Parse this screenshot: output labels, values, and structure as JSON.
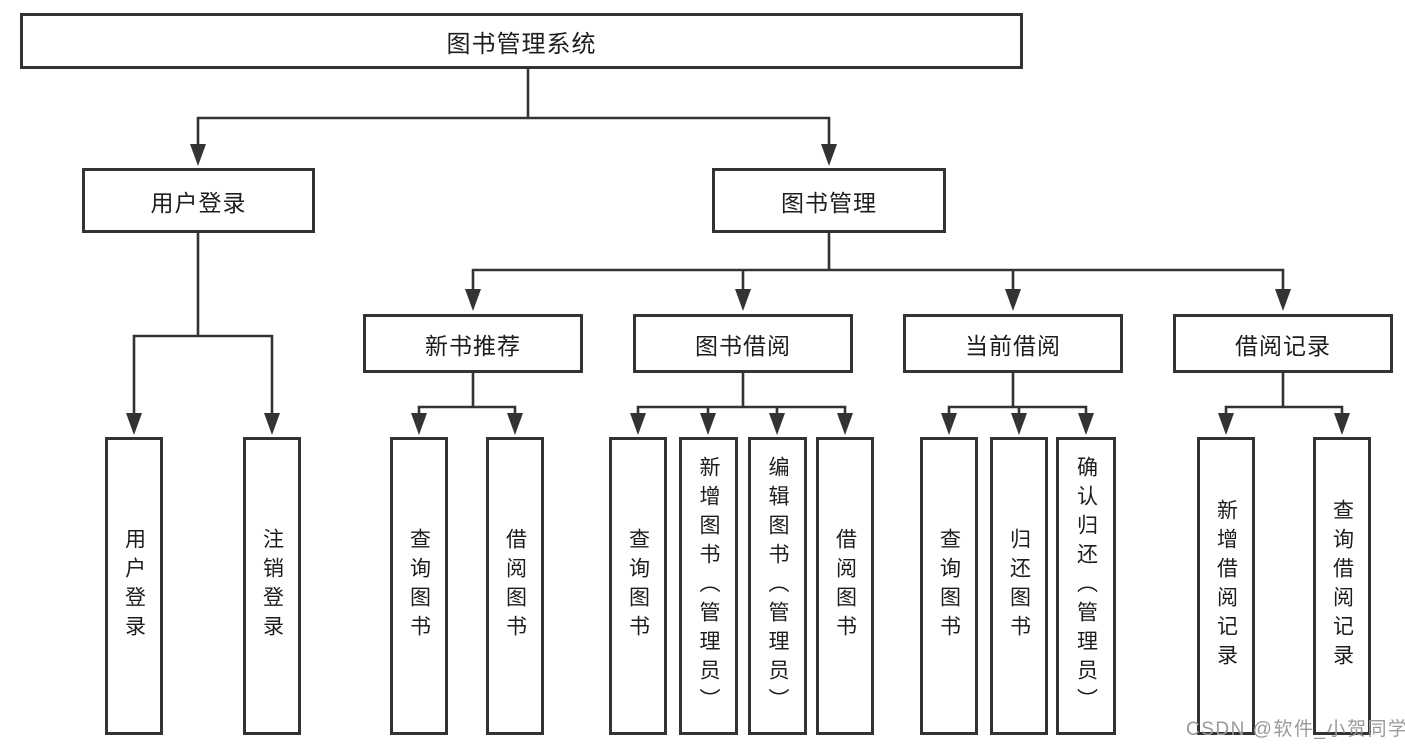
{
  "colors": {
    "ink": "#333333",
    "text": "#1d1d1f",
    "watermark": "#9a9a9a",
    "background": "#ffffff"
  },
  "watermark": {
    "text": "CSDN @软件_小贺同学"
  },
  "tree": {
    "label": "图书管理系统",
    "children": [
      {
        "label": "用户登录",
        "children": [
          {
            "label": "用户登录"
          },
          {
            "label": "注销登录"
          }
        ]
      },
      {
        "label": "图书管理",
        "children": [
          {
            "label": "新书推荐",
            "children": [
              {
                "label": "查询图书"
              },
              {
                "label": "借阅图书"
              }
            ]
          },
          {
            "label": "图书借阅",
            "children": [
              {
                "label": "查询图书"
              },
              {
                "label": "新增图书（管理员）"
              },
              {
                "label": "编辑图书（管理员）"
              },
              {
                "label": "借阅图书"
              }
            ]
          },
          {
            "label": "当前借阅",
            "children": [
              {
                "label": "查询图书"
              },
              {
                "label": "归还图书"
              },
              {
                "label": "确认归还（管理员）"
              }
            ]
          },
          {
            "label": "借阅记录",
            "children": [
              {
                "label": "新增借阅记录"
              },
              {
                "label": "查询借阅记录"
              }
            ]
          }
        ]
      }
    ]
  }
}
